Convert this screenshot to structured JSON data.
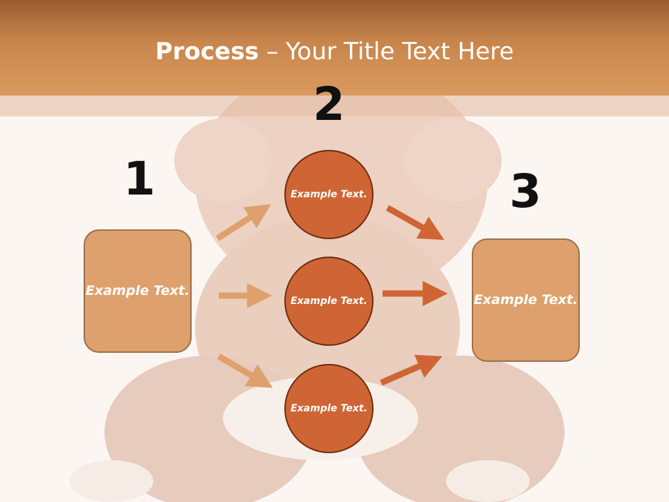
{
  "title": {
    "bold": "Process",
    "rest": " – Your Title Text Here"
  },
  "numbers": {
    "n1": "1",
    "n2": "2",
    "n3": "3"
  },
  "left_box": {
    "label": "Example Text."
  },
  "right_box": {
    "label": "Example Text."
  },
  "circles": [
    {
      "label": "Example Text."
    },
    {
      "label": "Example Text."
    },
    {
      "label": "Example Text."
    }
  ],
  "colors": {
    "header": "#c9864c",
    "box": "#dea16d",
    "circle": "#cf6534",
    "arrow_light": "#dea16d",
    "arrow_dark": "#cf6534"
  }
}
